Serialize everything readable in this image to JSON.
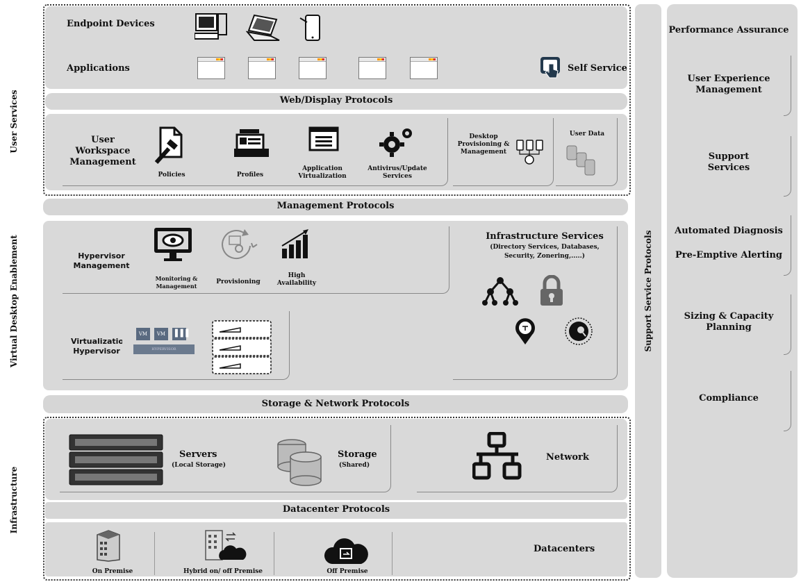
{
  "side_labels": {
    "user_services": "User Services",
    "vde": "Virtual Desktop Enablement",
    "infrastructure": "Infrastructure"
  },
  "top": {
    "endpoint_devices": "Endpoint Devices",
    "applications": "Applications",
    "self_service": "Self Service"
  },
  "protocols": {
    "web_display": "Web/Display Protocols",
    "management": "Management Protocols",
    "storage_network": "Storage & Network Protocols",
    "datacenter": "Datacenter Protocols",
    "support_service": "Support Service Protocols"
  },
  "uwm": {
    "title": "User Workspace Management",
    "policies": "Policies",
    "profiles": "Profiles",
    "app_virt": "Application Virtualization",
    "antivirus": "Antivirus/Update Services",
    "desktop_prov": "Desktop Provisioning & Management",
    "user_data": "User Data"
  },
  "vde": {
    "hypervisor_mgmt": "Hypervisor Management",
    "monitoring": "Monitoring & Management",
    "provisioning": "Provisioning",
    "high_availability": "High Availability",
    "virt_hypervisor": "Virtualization Hypervisor",
    "vm1": "VM",
    "vm2": "VM",
    "hypervisor_bar": "HYPERVISOR",
    "infra_services_title": "Infrastructure Services",
    "infra_services_sub": "(Directory Services, Databases, Security, Zonering,.....)"
  },
  "infra": {
    "servers": "Servers",
    "servers_sub": "(Local Storage)",
    "storage": "Storage",
    "storage_sub": "(Shared)",
    "network": "Network"
  },
  "datacenters": {
    "on_premise": "On Premise",
    "hybrid": "Hybrid on/ off Premise",
    "off_premise": "Off Premise",
    "title": "Datacenters"
  },
  "right_panel": {
    "performance": "Performance Assurance",
    "ux_mgmt": "User Experience Management",
    "support": "Support Services",
    "auto_diag": "Automated Diagnosis",
    "pre_emptive": "Pre-Emptive Alerting",
    "sizing": "Sizing & Capacity Planning",
    "compliance": "Compliance"
  }
}
